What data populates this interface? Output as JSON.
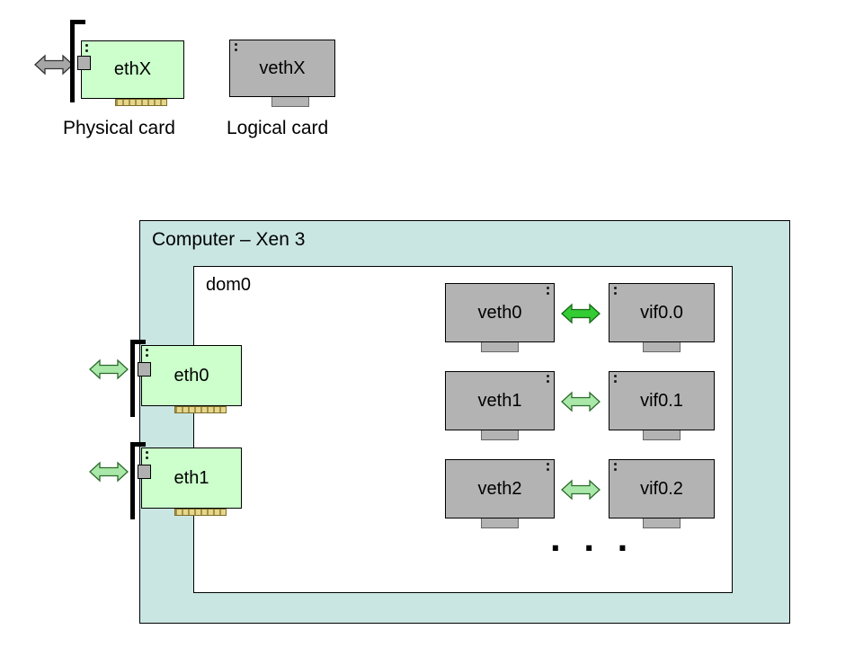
{
  "legend": {
    "physical": {
      "label": "ethX",
      "caption": "Physical card"
    },
    "logical": {
      "label": "vethX",
      "caption": "Logical card"
    }
  },
  "computer": {
    "title": "Computer – Xen 3",
    "dom0": {
      "label": "dom0",
      "nics": [
        {
          "label": "eth0"
        },
        {
          "label": "eth1"
        }
      ],
      "pairs": [
        {
          "left": "veth0",
          "right": "vif0.0"
        },
        {
          "left": "veth1",
          "right": "vif0.1"
        },
        {
          "left": "veth2",
          "right": "vif0.2"
        }
      ],
      "more": ". . ."
    }
  },
  "icons": {
    "double_arrow_icon": "↔"
  },
  "colors": {
    "page_bg": "#ffffff",
    "computer_bg": "#c9e6e3",
    "card_green": "#ccffcc",
    "monitor_gray": "#b3b3b3",
    "arrow_gray_fill": "#a6a6a6",
    "arrow_green_fill": "#33cc33",
    "arrow_lightgreen_fill": "#aae8aa",
    "edge_gold": "#e6d68a",
    "edge_gold_stripe": "#a3924a"
  }
}
